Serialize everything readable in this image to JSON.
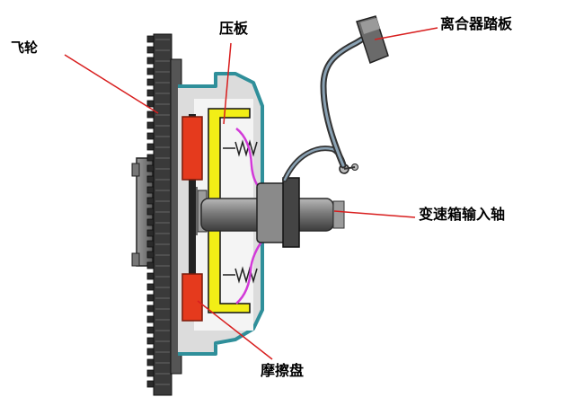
{
  "labels": {
    "flywheel": "飞轮",
    "pressure_plate": "压板",
    "clutch_pedal": "离合器踏板",
    "input_shaft": "变速箱输入轴",
    "friction_disc": "摩擦盘"
  },
  "colors": {
    "leader_line": "#d81e1e",
    "flywheel": "#3a3a3a",
    "housing": "#2f8f9a",
    "pressure_plate": "#f2ee16",
    "friction_disc": "#e53a1d",
    "spring_wire": "#d23ad8",
    "shaft": "#6e6e6e"
  }
}
